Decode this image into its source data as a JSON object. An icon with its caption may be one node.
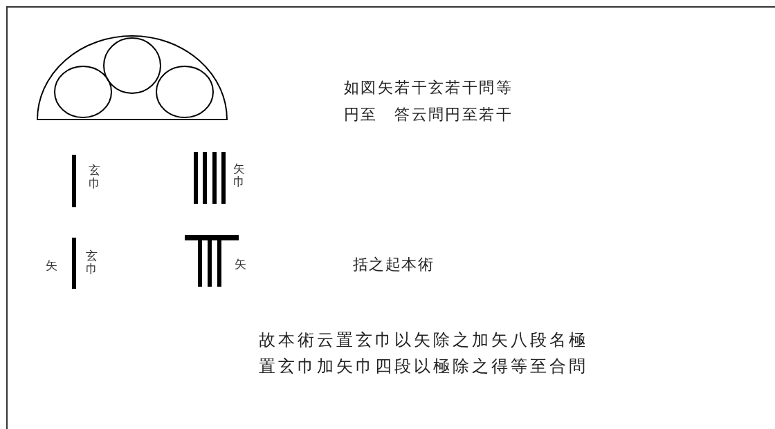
{
  "diagram": {
    "labels": [
      "如図矢若干玄若干問等円至　答云問円至若干",
      "玄巾",
      "矢巾",
      "矢",
      "玄巾",
      "矢",
      "括之起本術",
      "故本術云置玄巾以矢除之加矢八段名極置玄巾加矢巾四段以極除之得等至合問"
    ]
  }
}
